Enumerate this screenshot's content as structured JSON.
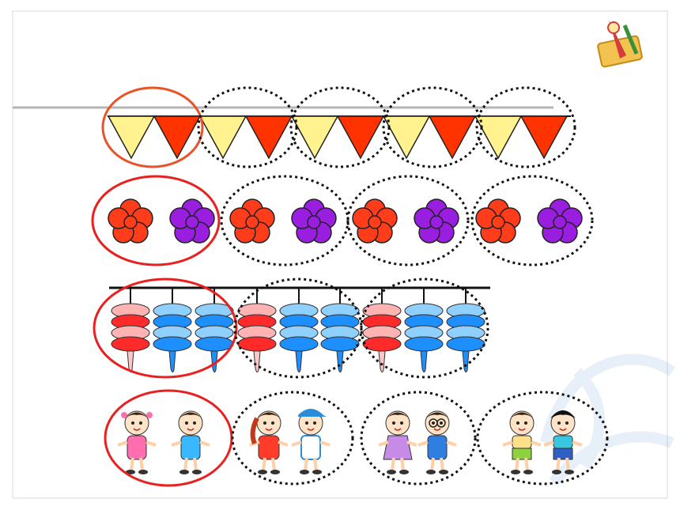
{
  "slide": {
    "background": "#ffffff",
    "border_color": "#d9d9d9",
    "accent_circle_color": "#e8352a",
    "dotted_circle_color": "#111111"
  },
  "rows": [
    {
      "name": "pennant-row",
      "kind": "pennants",
      "group_count": 5,
      "items_per_group": 2,
      "colors": [
        "#fff28f",
        "#ff3300"
      ]
    },
    {
      "name": "flower-row",
      "kind": "flowers",
      "group_count": 4,
      "items_per_group": 2,
      "colors": [
        "#ff3d1a",
        "#9a1ee0"
      ]
    },
    {
      "name": "lantern-row",
      "kind": "lanterns",
      "group_count": 3,
      "items_per_group": 3,
      "colors": [
        "#ff2a2a",
        "#ffb3b3",
        "#1e8fff",
        "#8fd0ff"
      ]
    },
    {
      "name": "children-row",
      "kind": "children",
      "group_count": 4,
      "items_per_group": 2,
      "colors": [
        "#ff6fb0",
        "#39b7ff",
        "#8ed13f",
        "#ffe08a"
      ]
    }
  ],
  "icons": [
    "pencil-badge-icon",
    "watermark-logo-icon"
  ]
}
